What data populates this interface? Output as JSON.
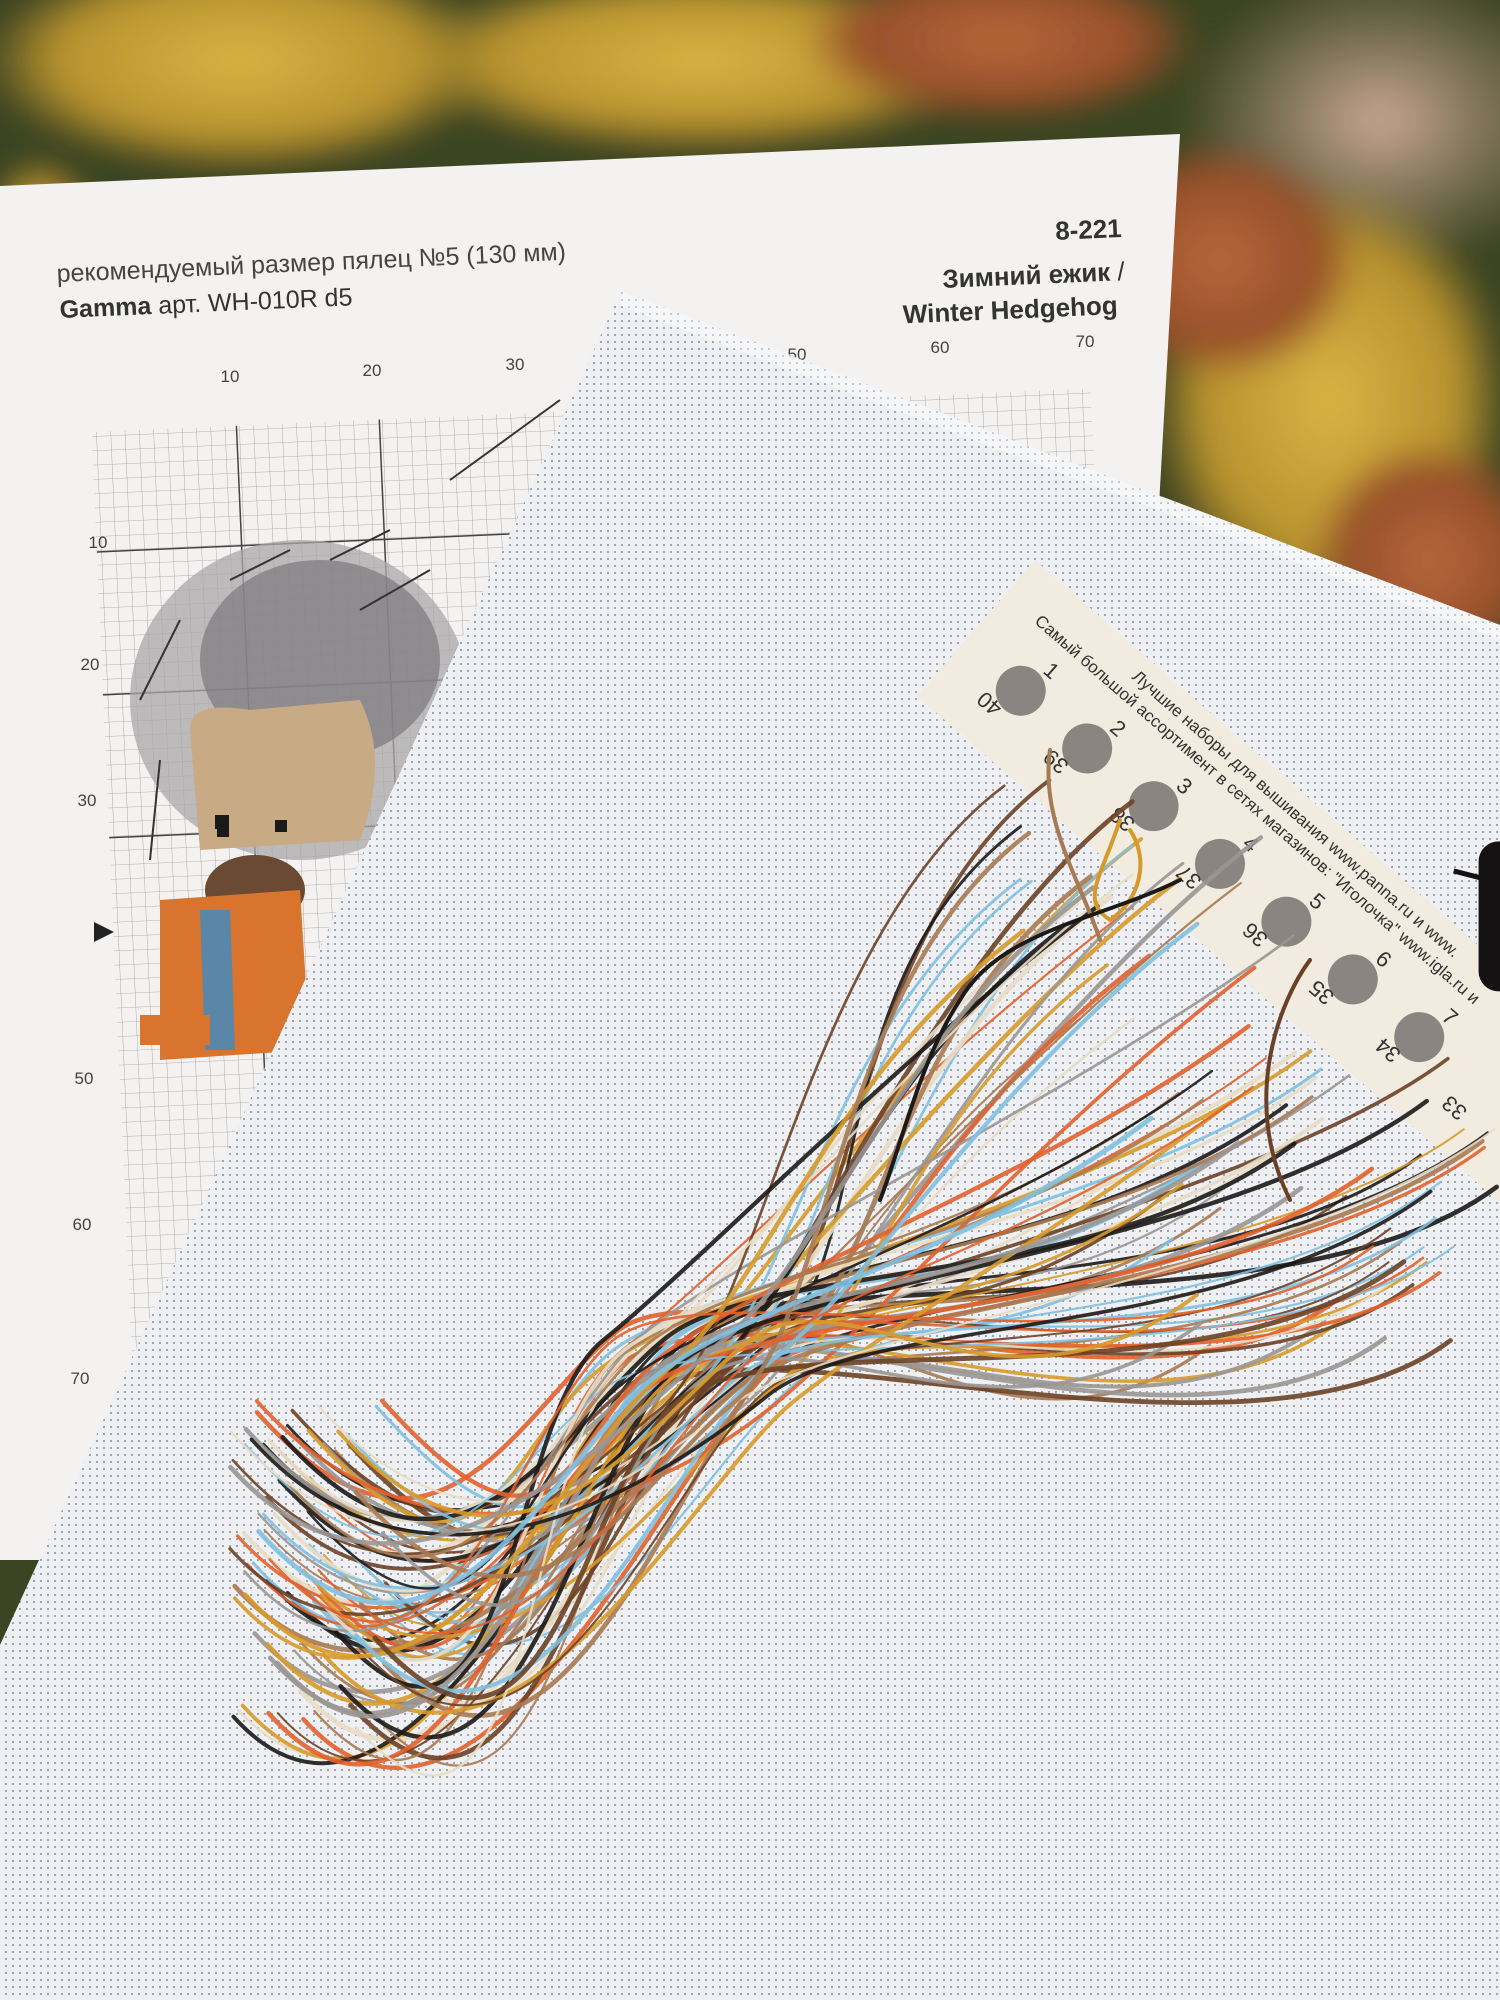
{
  "pattern_sheet": {
    "hoop_note": "рекомендуемый размер пялец №5 (130 мм)",
    "brand": "Gamma",
    "article": "арт. WH-010R d5",
    "code": "8-221",
    "title_ru": "Зимний ежик",
    "slash": "/",
    "title_en": "Winter Hedgehog",
    "top_ticks": [
      "10",
      "20",
      "30",
      "50",
      "60",
      "70"
    ],
    "left_ticks": [
      "10",
      "20",
      "30",
      "50",
      "60",
      "70"
    ],
    "center_marker": "arrow-right-icon"
  },
  "thread_card": {
    "line1": "Лучшие наборы для вышивания www.panna.ru и www.",
    "line2": "Самый большой ассортимент в сетях магазинов: \"Иголочка\" www.igla.ru и",
    "top_numbers": [
      "1",
      "2",
      "3",
      "4",
      "5",
      "6",
      "7"
    ],
    "bottom_numbers": [
      "40",
      "39",
      "38",
      "37",
      "36",
      "35",
      "34",
      "33"
    ]
  },
  "colors": {
    "carpet_green": "#3b4422",
    "carpet_yellow": "#c9a43c",
    "carpet_orange": "#a85a2c",
    "paper": "#f4f3f1",
    "canvas": "#eeeff3",
    "card": "#f1ecdf",
    "threads": [
      "#e2602c",
      "#7fc0e0",
      "#6b4126",
      "#e8dcc4",
      "#a87a52",
      "#1c1a18",
      "#d79a2a",
      "#9a9694"
    ]
  }
}
